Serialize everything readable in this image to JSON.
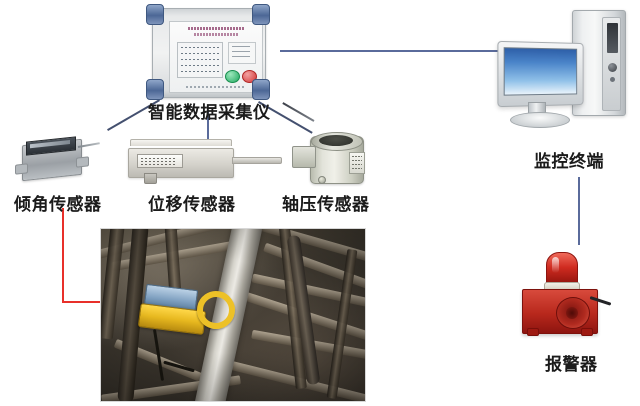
{
  "diagram": {
    "title_hidden": "",
    "nodes": {
      "daq": {
        "label": "智能数据采集仪",
        "icon": "data-acquisition-device-icon",
        "panel": {
          "button_start_color": "#21a85f",
          "button_stop_color": "#d23636",
          "bumper_color": "#4c6796"
        }
      },
      "inclination_sensor": {
        "label": "倾角传感器",
        "icon": "inclination-sensor-icon"
      },
      "displacement_sensor": {
        "label": "位移传感器",
        "icon": "displacement-sensor-icon"
      },
      "axial_pressure_sensor": {
        "label": "轴压传感器",
        "icon": "axial-pressure-sensor-icon"
      },
      "monitoring_terminal": {
        "label": "监控终端",
        "icon": "desktop-computer-icon",
        "screen_color": "#4a84c9"
      },
      "alarm": {
        "label": "报警器",
        "icon": "alarm-beacon-icon",
        "body_color": "#b8281c"
      },
      "field_photo": {
        "caption": "",
        "icon": "field-installation-photo"
      }
    },
    "connections": {
      "daq_to_terminal": {
        "name": "daq-to-terminal-link",
        "color": "#5a6b9b"
      },
      "daq_to_inclination": {
        "name": "daq-to-inclination-link",
        "color": "#44506f"
      },
      "daq_to_displacement": {
        "name": "daq-to-displacement-link",
        "color": "#44506f"
      },
      "daq_to_axial": {
        "name": "daq-to-axial-link",
        "color": "#44506f"
      },
      "terminal_to_alarm": {
        "name": "terminal-to-alarm-link",
        "color": "#5a6b9b"
      },
      "inclination_to_photo": {
        "name": "inclination-to-photo-link",
        "color": "#e8302a"
      }
    }
  }
}
